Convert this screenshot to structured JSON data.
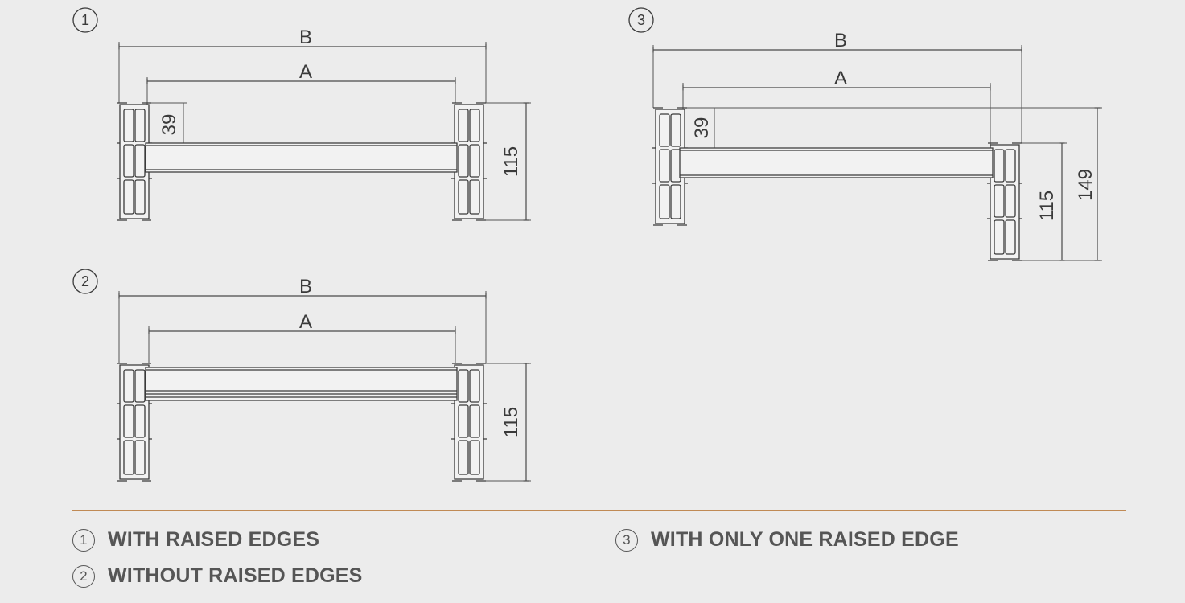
{
  "figures": [
    {
      "number": "1",
      "dim_b": "B",
      "dim_a": "A",
      "dim_edge": "39",
      "dim_height": "115"
    },
    {
      "number": "2",
      "dim_b": "B",
      "dim_a": "A",
      "dim_height": "115"
    },
    {
      "number": "3",
      "dim_b": "B",
      "dim_a": "A",
      "dim_edge": "39",
      "dim_height": "115",
      "dim_total": "149"
    }
  ],
  "legend": [
    {
      "number": "1",
      "text": "WITH RAISED EDGES"
    },
    {
      "number": "2",
      "text": "WITHOUT RAISED EDGES"
    },
    {
      "number": "3",
      "text": "WITH ONLY ONE RAISED EDGE"
    }
  ],
  "colors": {
    "background": "#ececec",
    "line": "#3a3a3a",
    "divider": "#c08a55"
  }
}
